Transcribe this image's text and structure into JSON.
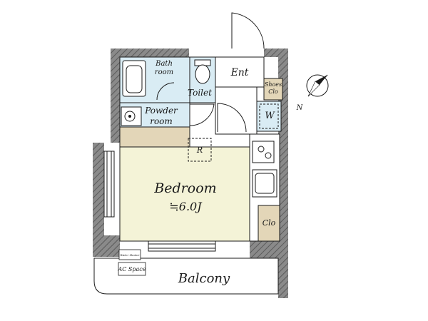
{
  "rooms": {
    "bath": [
      "Bath",
      "room"
    ],
    "toilet": "Toilet",
    "entrance": "Ent",
    "shoes": [
      "Shoes",
      "Clo"
    ],
    "powder": [
      "Powder",
      "room"
    ],
    "washer": "W",
    "refrigerator": "R",
    "bedroom": "Bedroom",
    "bedroom_size": "≒6.0J",
    "closet": "Clo",
    "water_heater": "Water Heater",
    "ac_space": "AC Space",
    "balcony": "Balcony"
  },
  "compass": {
    "label": "N"
  },
  "colors": {
    "wall": "#6f6f6f",
    "wet_area": "#d9ecf4",
    "living": "#f4f3d7",
    "wood": "#e3d6b8",
    "balcony": "#ffffff"
  }
}
